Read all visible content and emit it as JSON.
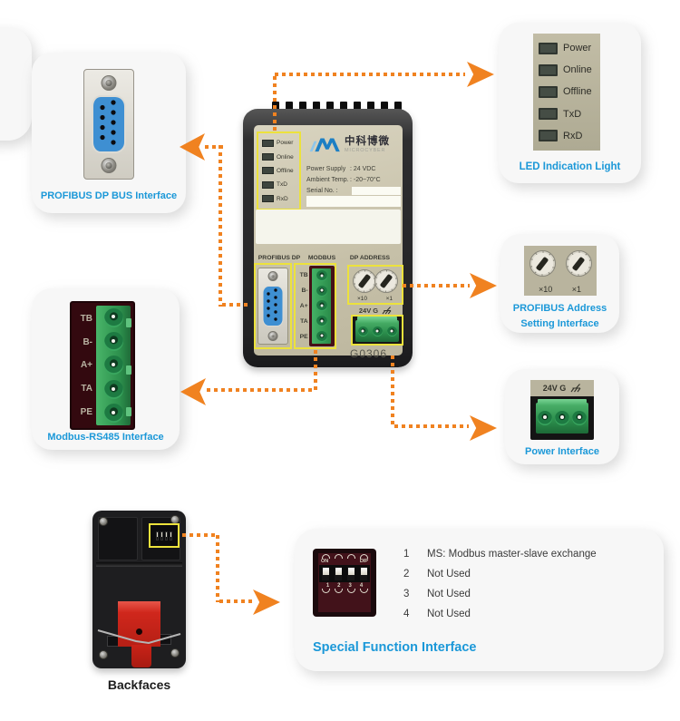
{
  "colors": {
    "accent_blue": "#1b98d8",
    "accent_orange": "#f08220",
    "highlight_yellow": "#ece23c"
  },
  "device_front": {
    "brand_cn": "中科博微",
    "brand_en": "MICROCYBER",
    "leds": [
      "Power",
      "Online",
      "Offline",
      "TxD",
      "RxD"
    ],
    "specs": [
      {
        "label": "Power Supply",
        "value": ": 24 VDC"
      },
      {
        "label": "Ambient Temp.",
        "value": ": -20~70°C"
      },
      {
        "label": "Serial No. :",
        "value": ""
      }
    ],
    "port_labels": {
      "profibus": "PROFIBUS DP",
      "modbus": "MODBUS",
      "dp_address": "DP ADDRESS"
    },
    "modbus_pins": [
      "TB",
      "B-",
      "A+",
      "TA",
      "PE"
    ],
    "rotary_labels": [
      "×10",
      "×1"
    ],
    "power_label": "24V G",
    "model": "G0306"
  },
  "cards": {
    "profibus": {
      "caption": "PROFIBUS DP BUS Interface"
    },
    "led": {
      "caption": "LED Indication Light",
      "leds": [
        "Power",
        "Online",
        "Offline",
        "TxD",
        "RxD"
      ]
    },
    "address": {
      "caption_line1": "PROFIBUS Address",
      "caption_line2": "Setting Interface",
      "labels": [
        "×10",
        "×1"
      ]
    },
    "modbus": {
      "caption": "Modbus-RS485 Interface",
      "pins": [
        "TB",
        "B-",
        "A+",
        "TA",
        "PE"
      ]
    },
    "power": {
      "caption": "Power Interface",
      "label": "24V G"
    },
    "special": {
      "caption": "Special Function Interface",
      "dip_on": "ON",
      "dip_label": "DIP",
      "dip_numbers": [
        "1",
        "2",
        "3",
        "4"
      ],
      "legend": [
        {
          "num": "1",
          "text": "MS: Modbus master-slave exchange"
        },
        {
          "num": "2",
          "text": "Not Used"
        },
        {
          "num": "3",
          "text": "Not Used"
        },
        {
          "num": "4",
          "text": "Not Used"
        }
      ]
    },
    "backfaces_label": "Backfaces"
  }
}
